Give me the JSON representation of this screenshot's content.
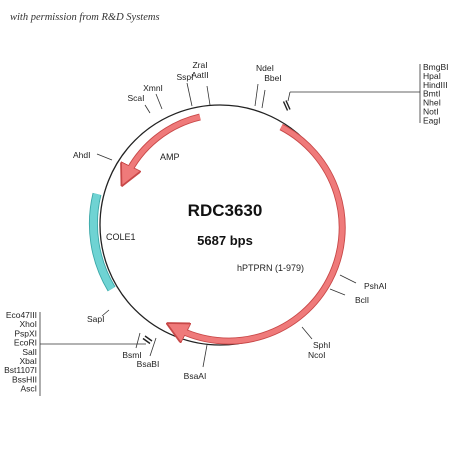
{
  "credit": "with permission from R&D Systems",
  "plasmid": {
    "name": "RDC3630",
    "size": "5687 bps"
  },
  "features": {
    "amp": "AMP",
    "cole1": "COLE1",
    "insert": "hPTPRN (1-979)"
  },
  "sites": {
    "zrai": "ZraI",
    "aatii": "AatII",
    "sspi": "SspI",
    "xmni": "XmnI",
    "scai": "ScaI",
    "ndei": "NdeI",
    "bbei": "BbeI",
    "ahdi": "AhdI",
    "psha1": "PshAI",
    "bcli": "BclI",
    "sphi": "SphI",
    "ncoi": "NcoI",
    "bsaai": "BsaAI",
    "bsabi": "BsaBI",
    "bsmi": "BsmI",
    "sapi": "SapI"
  },
  "mcs_top": [
    "BmgBI",
    "HpaI",
    "HindIII",
    "BmtI",
    "NheI",
    "NotI",
    "EagI"
  ],
  "mcs_bottom": [
    "Eco47III",
    "XhoI",
    "PspXI",
    "EcoRI",
    "SalI",
    "XbaI",
    "Bst1107I",
    "BssHII",
    "AscI"
  ],
  "colors": {
    "arrow_fill": "#ef7a7a",
    "arrow_stroke": "#c84848",
    "cole1_fill": "#6fd3d3",
    "cole1_stroke": "#3aa8a8"
  }
}
